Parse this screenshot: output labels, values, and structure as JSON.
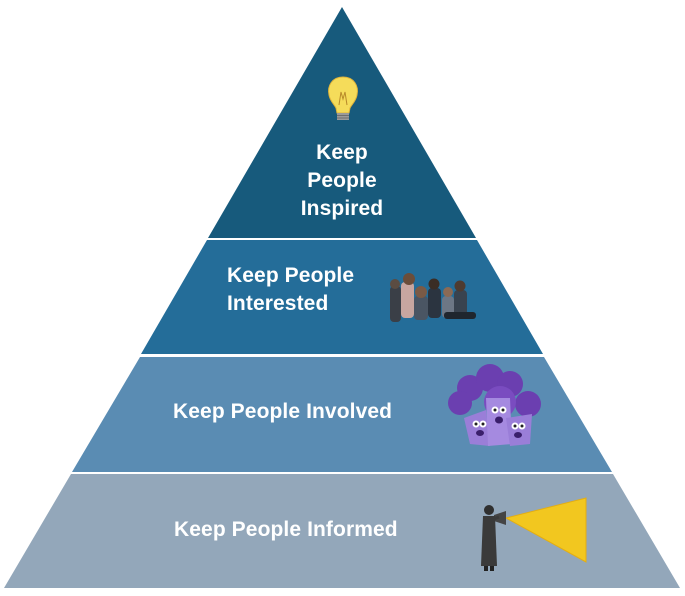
{
  "pyramid": {
    "tiers": [
      {
        "id": "inspired",
        "lines": [
          "Keep",
          "People",
          "Inspired"
        ],
        "color": "#175a7c",
        "icon": "lightbulb-icon"
      },
      {
        "id": "interested",
        "lines": [
          "Keep People",
          "Interested"
        ],
        "color": "#246d99",
        "icon": "audience-icon"
      },
      {
        "id": "involved",
        "lines": [
          "Keep People Involved"
        ],
        "color": "#5a8cb3",
        "icon": "purple-characters-icon"
      },
      {
        "id": "informed",
        "lines": [
          "Keep People Informed"
        ],
        "color": "#93a7ba",
        "icon": "megaphone-person-icon"
      }
    ]
  }
}
